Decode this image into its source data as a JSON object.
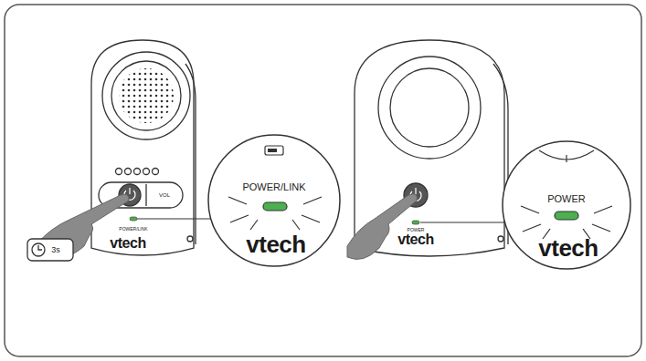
{
  "diagram": {
    "labels": [
      "3s",
      "POWER/LINK",
      "VOL",
      "vtech",
      "POWER/LINK",
      "vtech",
      "POWER",
      "vtech",
      "POWER",
      "vtech"
    ]
  }
}
